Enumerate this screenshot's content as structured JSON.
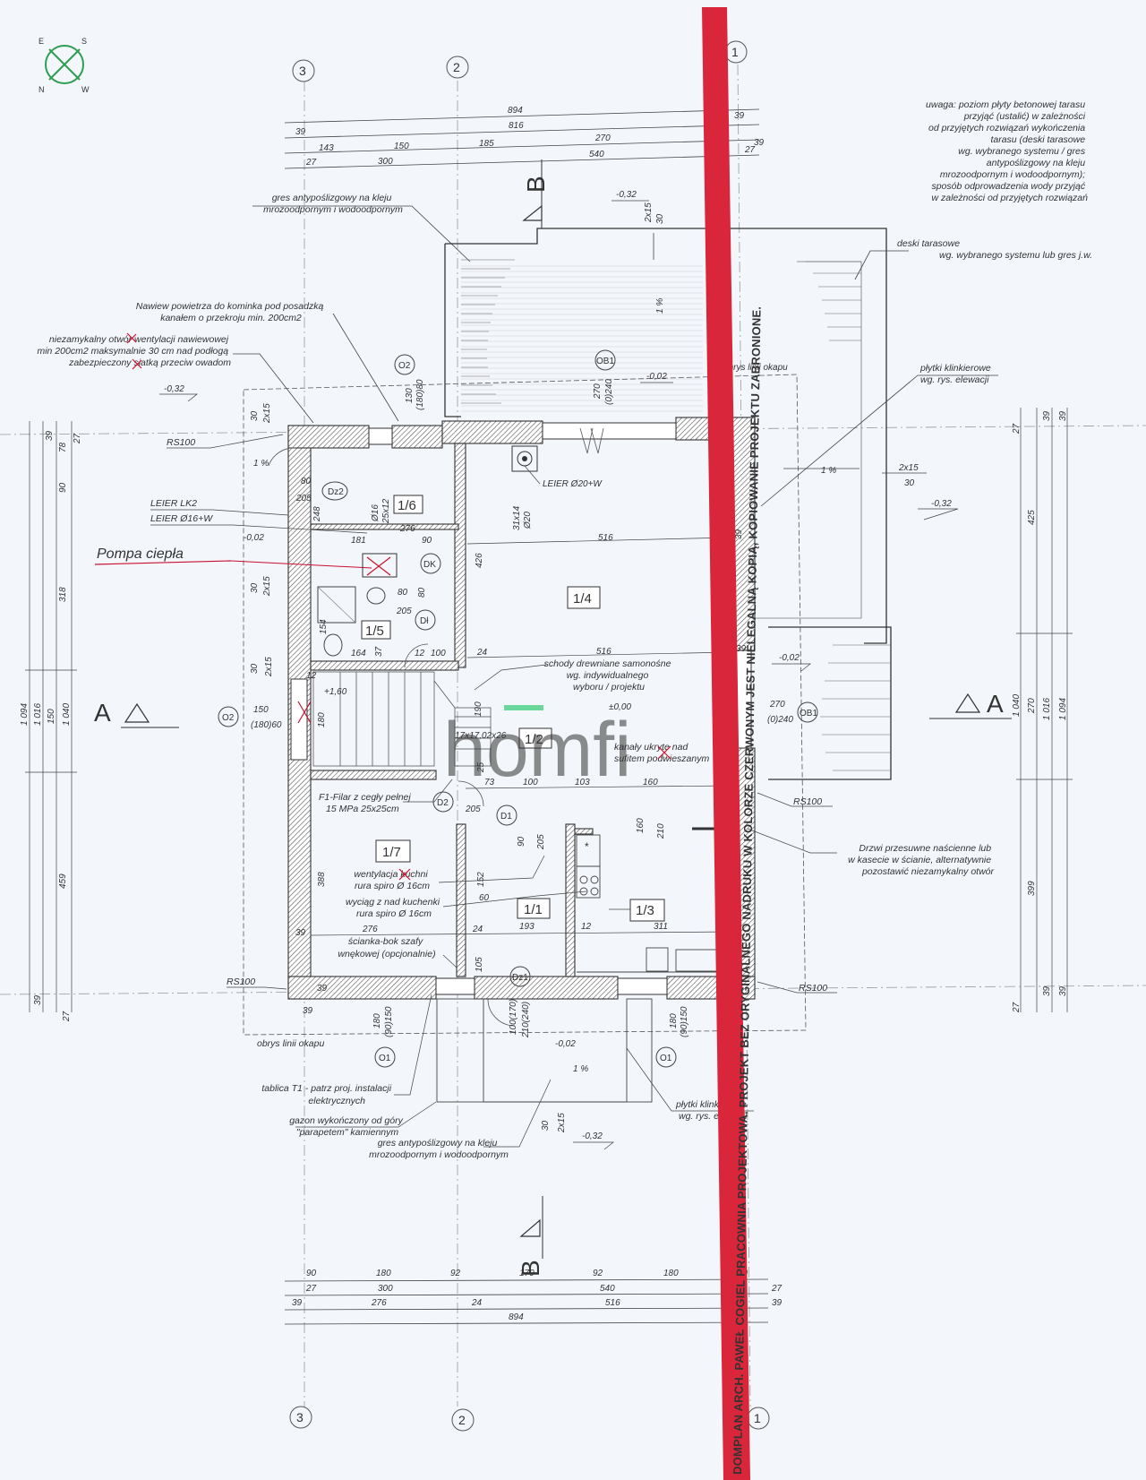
{
  "compass": {
    "e": "E",
    "s": "S",
    "n": "N",
    "w": "W"
  },
  "axes": {
    "three": "3",
    "two": "2",
    "one": "1"
  },
  "top_dims": {
    "d894": "894",
    "d816": "816",
    "d39a": "39",
    "d39b": "39",
    "d270": "270",
    "d143": "143",
    "d150": "150",
    "d185": "185",
    "d39c": "39",
    "d27a": "27",
    "d300": "300",
    "d540": "540",
    "d27b": "27"
  },
  "notes": {
    "terrace_right": [
      "uwaga: poziom płyty betonowej tarasu",
      "przyjąć (ustalić) w zależności",
      "od przyjętych rozwiązań wykończenia",
      "tarasu (deski tarasowe",
      "wg. wybranego systemu / gres",
      "antypoślizgowy na kleju",
      "mrozoodpornym i wodoodpornym);",
      "sposób odprowadzenia wody przyjąć",
      "w zależności od przyjętych rozwiązań"
    ],
    "gres_top": [
      "gres antypoślizgowy na kleju",
      "mrozoodpornym i wodoodpornym"
    ],
    "deski": [
      "deski tarasowe",
      "wg. wybranego systemu lub gres j.w."
    ],
    "nawiew": [
      "Nawiew powietrza do kominka pod posadzką",
      "kanałem o przekroju min. 200cm2"
    ],
    "otwor": [
      "niezamykalny otwór wentylacji nawiewowej",
      "min 200cm2 maksymalnie 30 cm nad podłogą",
      "zabezpieczony siatką przeciw owadom"
    ],
    "plytki_right": [
      "płytki klinkierowe",
      "wg. rys. elewacji"
    ],
    "obrys_top": "obrys linii okapu",
    "schody": [
      "schody drewniane samonośne",
      "wg. indywidualnego",
      "wyboru / projektu"
    ],
    "kanal": [
      "kanały ukryte nad",
      "sufitem podwieszanym"
    ],
    "filar": [
      "F1-Filar z cegły pełnej",
      "15 MPa 25x25cm"
    ],
    "went": [
      "wentylacja kuchni",
      "rura spiro Ø 16cm"
    ],
    "wyciag": [
      "wyciąg z nad kuchenki",
      "rura spiro Ø 16cm"
    ],
    "scianka": [
      "ścianka-bok szafy",
      "wnękowej (opcjonalnie)"
    ],
    "drzwi": [
      "Drzwi przesuwne naścienne lub",
      "w kasecie w ścianie, alternatywnie",
      "pozostawić niezamykalny otwór"
    ],
    "obrys_bottom": "obrys linii okapu",
    "tablica": [
      "tablica T1 - patrz proj. instalacji",
      "elektrycznych"
    ],
    "gazon": [
      "gazon wykończony od góry",
      "\"parapetem\" kamiennym"
    ],
    "gres_bottom": [
      "gres antypoślizgowy na kleju",
      "mrozoodpornym i wodoodpornym"
    ],
    "plytki_bottom": [
      "płytki klinkierowe",
      "wg. rys. elewacji"
    ]
  },
  "levels": {
    "l1": "-0,32",
    "l2": "-0,32",
    "l3": "-0,32",
    "l4": "-0,02",
    "l5": "-0,02",
    "l6": "-0,02",
    "l7": "-0,02",
    "l8": "-0,32",
    "zero": "±0,00",
    "stair": "+1,60"
  },
  "slopes": {
    "s1": "1 %",
    "s2": "1 %",
    "s3": "1 %",
    "s4": "1 %"
  },
  "misc": {
    "rs1": "RS100",
    "rs2": "RS100",
    "rs3": "RS100",
    "rs4": "RS100",
    "leier_lk2": "LEIER LK2",
    "leier_16": "LEIER Ø16+W",
    "leier_20": "LEIER Ø20+W",
    "pompa": "Pompa ciepła",
    "dk": "DK",
    "dl": "Dł",
    "x2x15a": "2x15",
    "x30a": "30",
    "x2x15b": "2x15",
    "x30b": "30",
    "x2x15c": "2x15",
    "x30c": "30",
    "x2x15d": "2x15",
    "x30d": "30",
    "x2x15e": "2x15",
    "x30e": "30",
    "o2a": "O2",
    "o2b": "O2",
    "o1a": "O1",
    "o1b": "O1",
    "ob1a": "OB1",
    "ob1b": "OB1",
    "o2a_dim": "130",
    "o2a_dim2": "(180)80",
    "ob1a_dim": "270",
    "ob1a_dim2": "(0)240",
    "o2b_dim": "150",
    "o2b_dim2": "(180)60",
    "ob1b_dim": "270",
    "ob1b_dim2": "(0)240",
    "stairs_dim": "17x17,02x26",
    "dz2": "Dz2",
    "d2": "D2",
    "d1": "D1",
    "dz1": "Dz1"
  },
  "rooms": {
    "r16": "1/6",
    "r15": "1/5",
    "r14": "1/4",
    "r12": "1/2",
    "r17": "1/7",
    "r11": "1/1",
    "r13": "1/3"
  },
  "inner_dims": {
    "a80": "80",
    "a205": "205",
    "a248": "248",
    "a16": "Ø16",
    "a25x12": "25x12",
    "a276": "276",
    "a181": "181",
    "a90": "90",
    "a516": "516",
    "a426": "426",
    "a31x14": "31x14",
    "a20": "Ø20",
    "a80b": "80",
    "a80c": "80",
    "a205b": "205",
    "a154": "154",
    "a164": "164",
    "a37": "37",
    "a12": "12",
    "a100": "100",
    "a24": "24",
    "a516b": "516",
    "a190": "190",
    "a25": "25",
    "a73": "73",
    "a100b": "100",
    "a103": "103",
    "a160": "160",
    "a205c": "205",
    "a90b": "90",
    "a205d": "205",
    "a160b": "160",
    "a210": "210",
    "a388": "388",
    "a152": "152",
    "a60": "60",
    "a276b": "276",
    "a193": "193",
    "a12b": "12",
    "a311": "311",
    "a39a": "39",
    "a39b": "39",
    "a39c": "39",
    "a24b": "24",
    "a105": "105",
    "a100_170": "100(170)",
    "a210_240": "210(240)",
    "a180": "180",
    "a90_150": "(90)150",
    "a180b": "180",
    "a90_150b": "(90)150",
    "a12c": "12",
    "a39d": "39",
    "a39e": "39"
  },
  "left_dims": {
    "v39": "39",
    "v78": "78",
    "v27": "27",
    "v90": "90",
    "v318": "318",
    "v1094": "1 094",
    "v1016": "1 016",
    "v150": "150",
    "v1040": "1 040",
    "v459": "459",
    "v30": "30",
    "v2x15": "2x15",
    "v39b": "39",
    "v27b": "27"
  },
  "right_dims": {
    "v27": "27",
    "v39": "39",
    "v39b": "39",
    "v425": "425",
    "v1040": "1 040",
    "v270": "270",
    "v1016": "1 016",
    "v1094": "1 094",
    "v399": "399",
    "v27b": "27",
    "v39c": "39",
    "v39d": "39"
  },
  "sections": {
    "a_left": "A",
    "a_right": "A",
    "b_top": "B",
    "b_bottom": "B"
  },
  "bottom_dims": {
    "b90": "90",
    "b180": "180",
    "b92": "92",
    "b170": "170",
    "b92b": "92",
    "b180b": "180",
    "b90b": "90",
    "b27": "27",
    "b300": "300",
    "b540": "540",
    "b27b": "27",
    "b39": "39",
    "b276": "276",
    "b24": "24",
    "b516": "516",
    "b39b": "39",
    "b894": "894"
  },
  "stamp": "DOMPLAN ARCH. PAWEŁ COGIEL PRACOWNIA PROJEKTOWA. PROJEKT BEZ ORYGINALNEGO NADRUKU W KOLORZE CZERWONYM JEST NIELEGALNĄ KOPIĄ, KOPIOWANIE PROJEKTU ZABRONIONE.",
  "watermark": "homfi",
  "colors": {
    "stamp": "#d9263b",
    "wall": "#555555",
    "watermark_accent": "#2ecc71",
    "hand": "#c8102e"
  }
}
